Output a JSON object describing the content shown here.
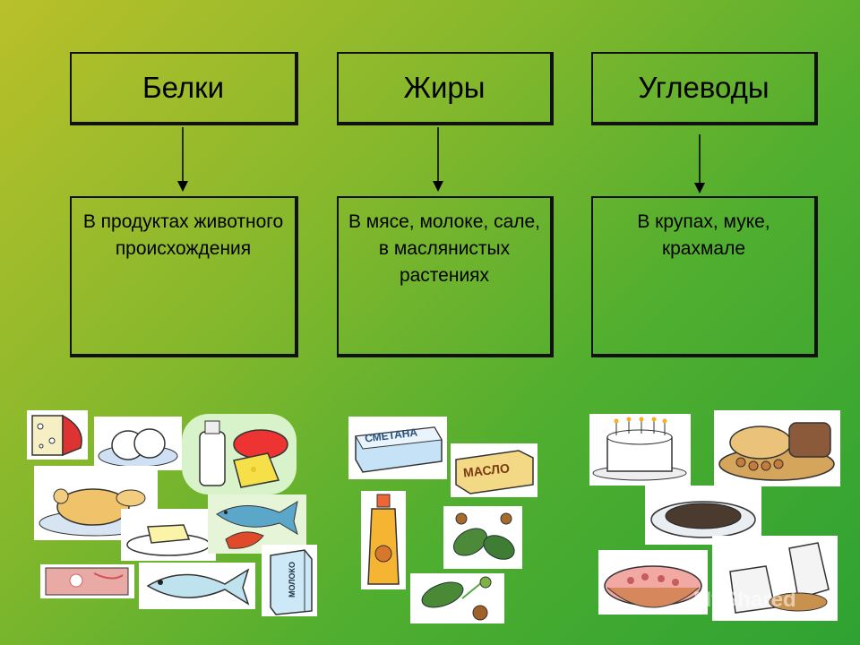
{
  "columns": [
    {
      "title": "Белки",
      "description": "В продуктах животного происхождения"
    },
    {
      "title": "Жиры",
      "description": "В мясе, молоке, сале, в маслянистых растениях"
    },
    {
      "title": "Углеводы",
      "description": "В крупах, муке, крахмале"
    }
  ],
  "labels": {
    "smetana": "СМЕТАНА",
    "maslo": "МАСЛО",
    "moloko": "МОЛОКО"
  },
  "watermark": "MyShared"
}
